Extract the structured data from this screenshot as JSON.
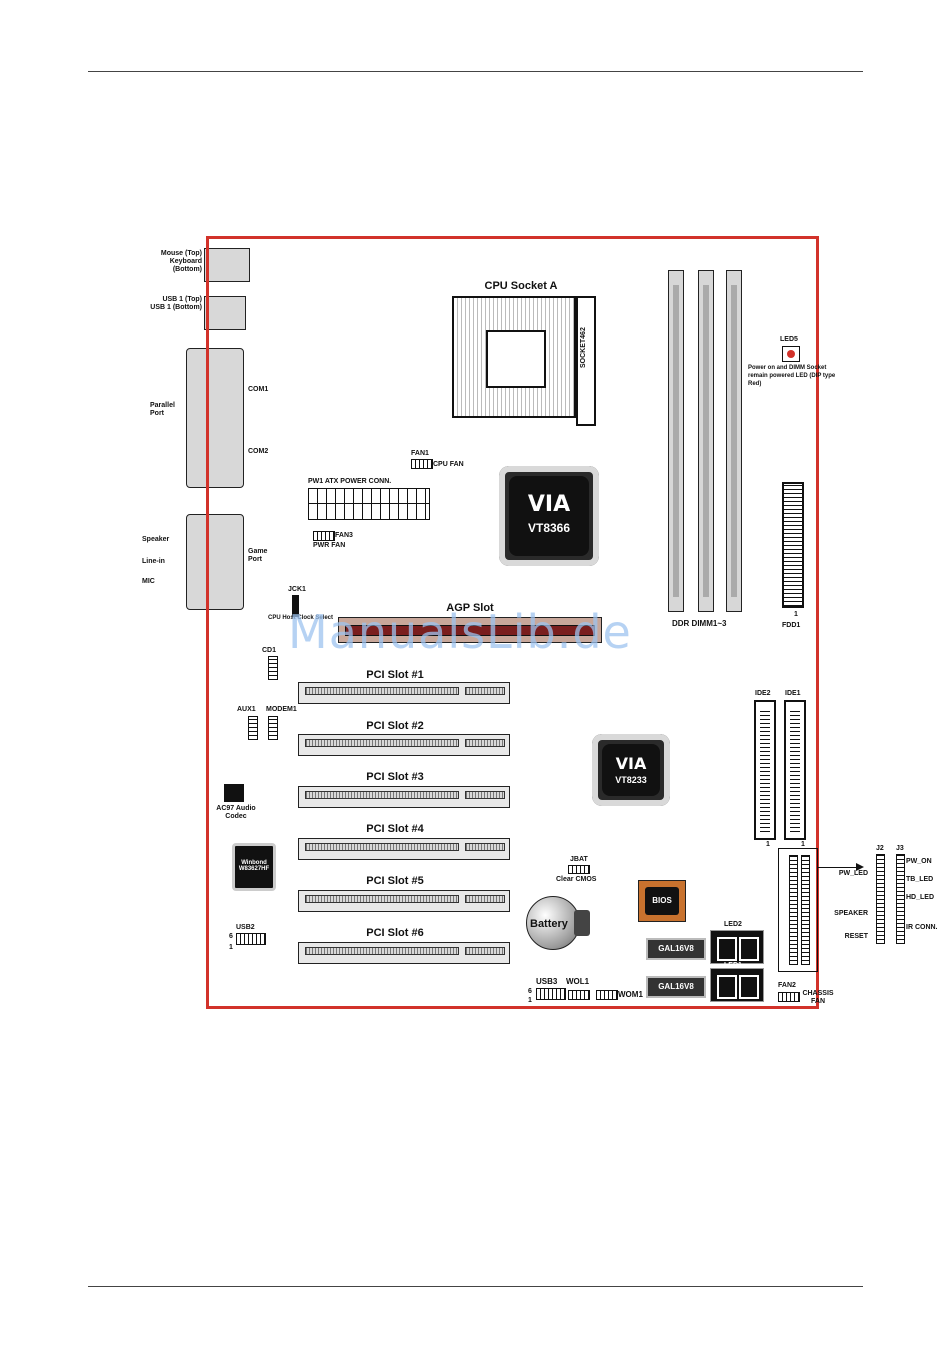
{
  "diagram": {
    "cpu_socket": "CPU Socket A",
    "socket_chip": "SOCKET462",
    "agp_slot": "AGP Slot",
    "pci_slots": [
      "PCI Slot #1",
      "PCI Slot #2",
      "PCI Slot #3",
      "PCI Slot #4",
      "PCI Slot #5",
      "PCI Slot #6"
    ],
    "northbridge": {
      "brand": "VIA",
      "model": "VT8366"
    },
    "southbridge": {
      "brand": "VIA",
      "model": "VT8233"
    },
    "dimm_label": "DDR DIMM1~3",
    "battery": "Battery",
    "fdd": {
      "label": "FDD1",
      "pin": "1"
    },
    "ide2": "IDE2",
    "ide1": "IDE1",
    "led5": {
      "name": "LED5",
      "desc": "Power on and DIMM Socket remain powered LED (DIP type Red)"
    },
    "fan1": {
      "name": "FAN1",
      "desc": "CPU FAN"
    },
    "fan3": {
      "name": "FAN3",
      "desc": "PWR FAN"
    },
    "fan2": {
      "name": "FAN2",
      "desc": "CHASSIS FAN"
    },
    "pw1": "PW1 ATX POWER CONN.",
    "jck1": "JCK1",
    "cpu_clock": "CPU Host Clock Select",
    "cd1": "CD1",
    "aux1": "AUX1",
    "modem1": "MODEM1",
    "ac97": "AC97 Audio Codec",
    "usb2": "USB2",
    "usb3": "USB3",
    "wol1": "WOL1",
    "wom1": "WOM1",
    "jbat": "JBAT",
    "clear_cmos": "Clear CMOS",
    "bios_chip": "BIOS",
    "gal1": "GAL16V8",
    "gal2": "GAL16V8",
    "led2": "LED2",
    "led1": "LED1",
    "winbond": "Winbond W83627HF",
    "pin_one": "1",
    "pin_six": "6",
    "j2": "J2",
    "j3": "J3",
    "panel_left": [
      "PW_LED",
      "SPEAKER",
      "RESET"
    ],
    "panel_right": [
      "PW_ON",
      "TB_LED",
      "HD_LED",
      "IR CONN."
    ],
    "back_panel": {
      "mouse_kbd": "Mouse (Top) Keyboard (Bottom)",
      "usb": "USB 1 (Top) USB 1 (Bottom)",
      "parallel": "Parallel Port",
      "com1": "COM1",
      "com2": "COM2",
      "speaker": "Speaker",
      "line_in": "Line-in",
      "mic": "MIC",
      "game": "Game Port"
    },
    "watermark": "ManualsLib.de"
  }
}
